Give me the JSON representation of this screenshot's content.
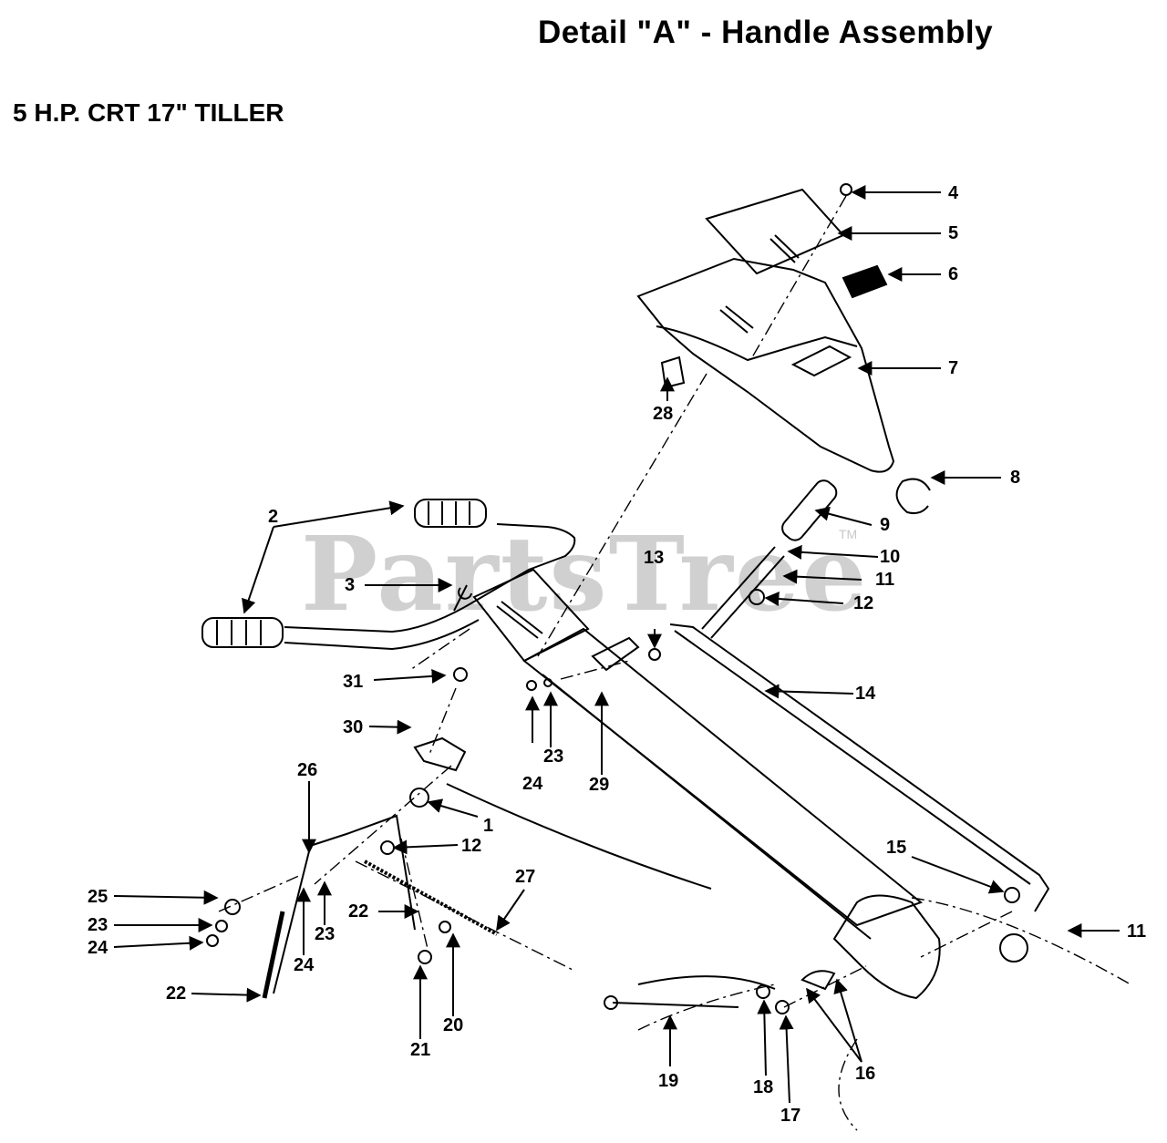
{
  "title": "Detail \"A\" - Handle Assembly",
  "subtitle": "5 H.P. CRT 17\" TILLER",
  "watermark": "PartsTree",
  "watermark_tm": "TM",
  "callouts": [
    "1",
    "2",
    "3",
    "4",
    "5",
    "6",
    "7",
    "8",
    "9",
    "10",
    "11",
    "12",
    "13",
    "14",
    "15",
    "16",
    "17",
    "18",
    "19",
    "20",
    "21",
    "22",
    "23",
    "24",
    "25",
    "26",
    "27",
    "28",
    "29",
    "30",
    "31"
  ]
}
